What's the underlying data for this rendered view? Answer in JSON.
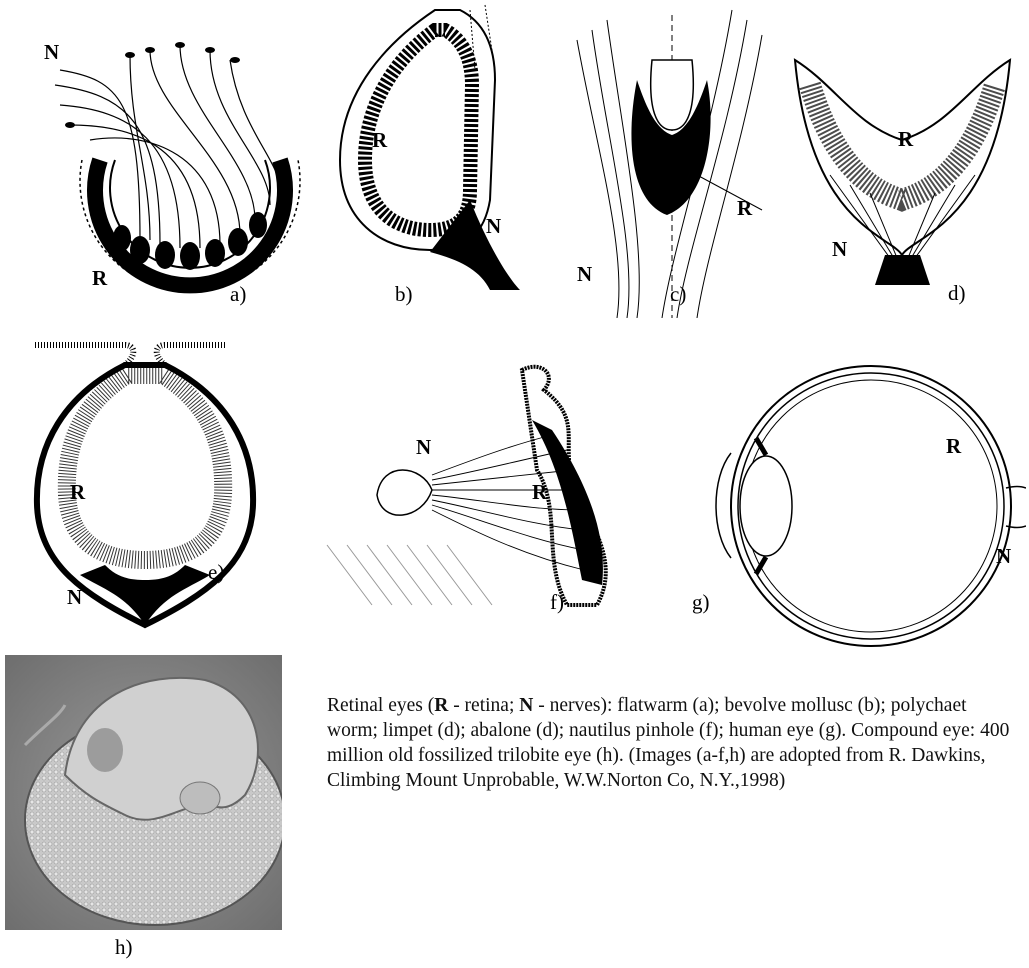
{
  "panels": {
    "a": {
      "tag": "a)",
      "labels": [
        "N",
        "R"
      ]
    },
    "b": {
      "tag": "b)",
      "labels": [
        "R",
        "N"
      ]
    },
    "c": {
      "tag": "c)",
      "labels": [
        "R",
        "N"
      ]
    },
    "d": {
      "tag": "d)",
      "labels": [
        "R",
        "N"
      ]
    },
    "e": {
      "tag": "e)",
      "labels": [
        "R",
        "N"
      ]
    },
    "f": {
      "tag": "f)",
      "labels": [
        "N",
        "R"
      ]
    },
    "g": {
      "tag": "g)",
      "labels": [
        "R",
        "N"
      ]
    },
    "h": {
      "tag": "h)"
    }
  },
  "caption": {
    "p1": "Retinal eyes (",
    "r_letter": "R",
    "p2": " - retina; ",
    "n_letter": "N",
    "p3": " - nerves): flatwarm (a); bevolve mollusc (b); polychaet worm; limpet (d); abalone (d); nautilus pinhole (f); human eye (g). Compound eye: 400 million old fossilized trilobite eye (h). (Images (a-f,h) are adopted from R. Dawkins, Climbing Mount Unprobable, W.W.Norton Co, N.Y.,1998)"
  }
}
